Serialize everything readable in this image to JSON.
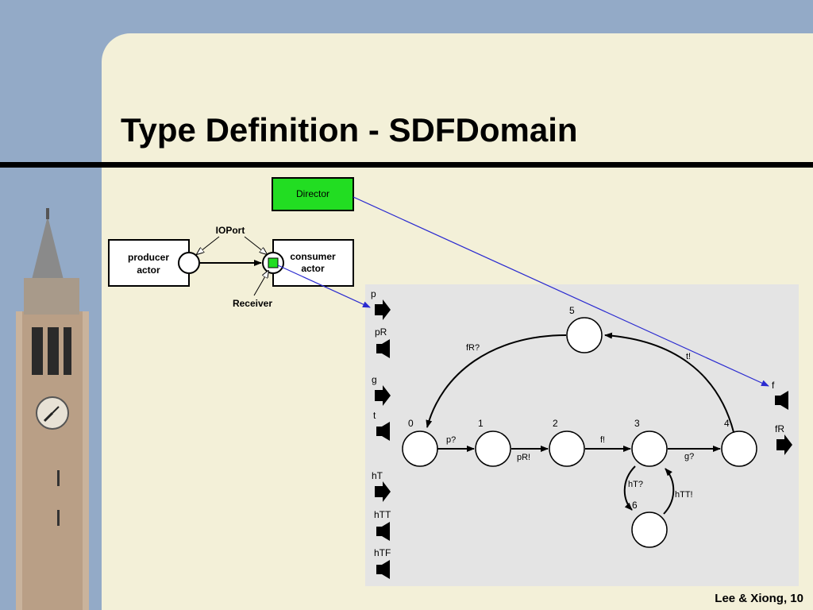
{
  "title": "Type Definition - SDFDomain",
  "footer": "Lee & Xiong, 10",
  "top_diagram": {
    "director": "Director",
    "producer_line1": "producer",
    "producer_line2": "actor",
    "consumer_line1": "consumer",
    "consumer_line2": "actor",
    "ioport": "IOPort",
    "receiver": "Receiver"
  },
  "petri_net": {
    "left_ports": [
      "p",
      "pR",
      "g",
      "t",
      "hT",
      "hTT",
      "hTF"
    ],
    "right_ports": [
      "f",
      "fR"
    ],
    "states": [
      "0",
      "1",
      "2",
      "3",
      "4",
      "5",
      "6"
    ],
    "transitions": {
      "t01": "p?",
      "t12": "pR!",
      "t23": "f!",
      "t34": "g?",
      "t45": "t!",
      "t50": "fR?",
      "t36": "hT?",
      "t63": "hTT!"
    }
  },
  "colors": {
    "background": "#93aac7",
    "slide": "#f3f0d8",
    "director_fill": "#22dd22",
    "link_line": "#2a2ad0",
    "panel": "#e4e4e4"
  }
}
